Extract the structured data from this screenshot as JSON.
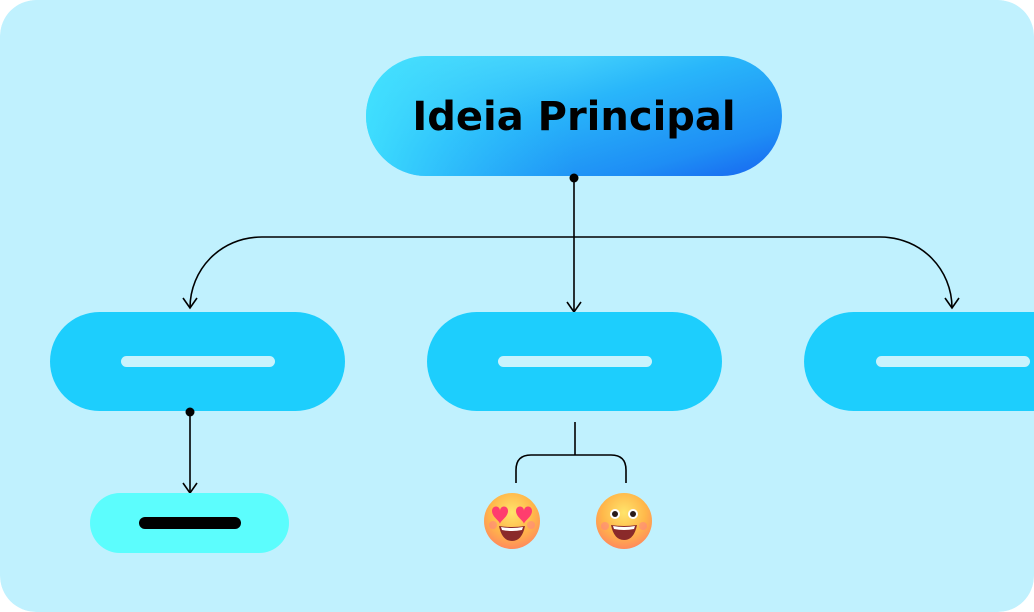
{
  "diagram": {
    "main_node": {
      "label": "Ideia Principal"
    },
    "colors": {
      "background": "#C0F1FE",
      "node": "#1DCEFD",
      "placeholder_bar": "#C9F3FD",
      "leaf_node": "#5CFDFD",
      "leaf_bar": "#000000",
      "connector": "#000000",
      "main_gradient_start": "#62F0FE",
      "main_gradient_mid": "#29B6FA",
      "main_gradient_end": "#1764F0"
    },
    "child_nodes": [
      {
        "id": "left"
      },
      {
        "id": "center"
      },
      {
        "id": "right"
      }
    ],
    "icons": [
      "heart-eyes-emoji-icon",
      "grinning-emoji-icon"
    ]
  }
}
